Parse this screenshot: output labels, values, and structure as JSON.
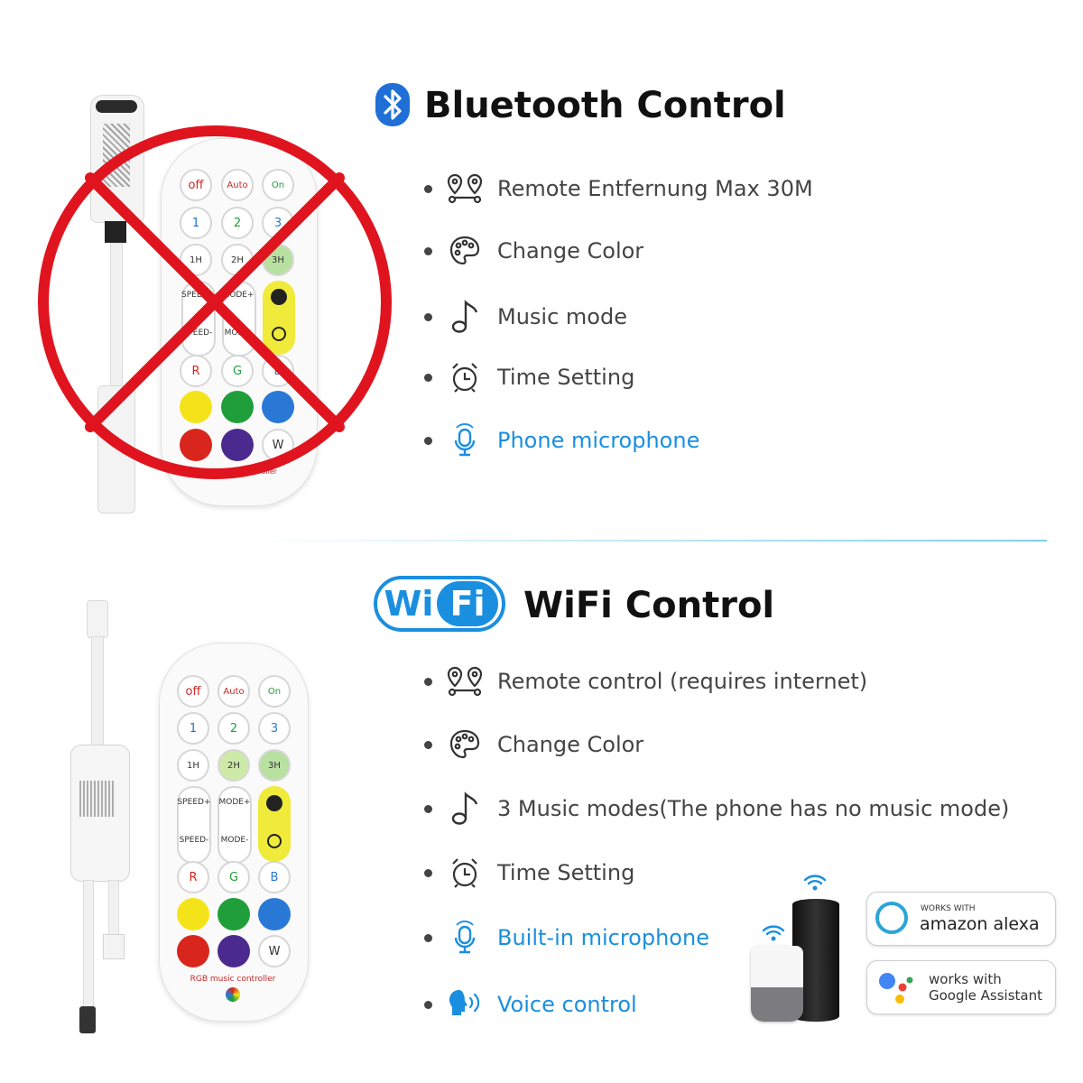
{
  "bluetooth": {
    "title": "Bluetooth Control",
    "features": [
      {
        "icon": "location-pins-icon",
        "text": "Remote Entfernung Max 30M",
        "highlight": false
      },
      {
        "icon": "palette-icon",
        "text": "Change Color",
        "highlight": false
      },
      {
        "icon": "music-note-icon",
        "text": "Music mode",
        "highlight": false
      },
      {
        "icon": "alarm-clock-icon",
        "text": "Time Setting",
        "highlight": false
      },
      {
        "icon": "microphone-icon",
        "text": "Phone microphone",
        "highlight": true
      }
    ]
  },
  "wifi": {
    "title": "WiFi Control",
    "logo_text_left": "Wi",
    "logo_text_right": "Fi",
    "features": [
      {
        "icon": "location-pins-icon",
        "text": "Remote control (requires internet)",
        "highlight": false
      },
      {
        "icon": "palette-icon",
        "text": "Change Color",
        "highlight": false
      },
      {
        "icon": "music-note-icon",
        "text": "3 Music modes(The phone has no music mode)",
        "highlight": false
      },
      {
        "icon": "alarm-clock-icon",
        "text": "Time Setting",
        "highlight": false
      },
      {
        "icon": "microphone-icon",
        "text": "Built-in microphone",
        "highlight": true
      },
      {
        "icon": "voice-head-icon",
        "text": "Voice control",
        "highlight": true
      }
    ]
  },
  "remote": {
    "buttons": {
      "off": "off",
      "auto": "Auto",
      "on": "On",
      "n1": "1",
      "n2": "2",
      "n3": "3",
      "t1": "1H",
      "t2": "2H",
      "t3": "3H",
      "speed_plus": "SPEED+",
      "speed_minus": "SPEED-",
      "mode_plus": "MODE+",
      "mode_minus": "MODE-",
      "r": "R",
      "g": "G",
      "b": "B",
      "w": "W"
    },
    "label": "RGB music controller",
    "colors": {
      "yellow": "#f5e31a",
      "green": "#1f9e3a",
      "blue": "#2a78d6",
      "red": "#d8261c",
      "purple": "#4b2a8f"
    }
  },
  "badges": {
    "alexa_small": "WORKS WITH",
    "alexa_big": "amazon alexa",
    "google_line1": "works with",
    "google_line2": "Google Assistant"
  },
  "accent": "#1a8fe0",
  "prohibited_color": "#e0141e"
}
